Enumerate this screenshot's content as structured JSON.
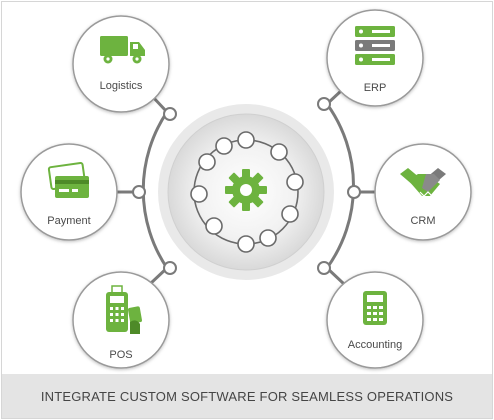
{
  "nodes": {
    "logistics": "Logistics",
    "payment": "Payment",
    "pos": "POS",
    "erp": "ERP",
    "crm": "CRM",
    "accounting": "Accounting"
  },
  "footer": {
    "caption": "INTEGRATE CUSTOM SOFTWARE FOR SEAMLESS OPERATIONS"
  },
  "colors": {
    "accent": "#6db33f",
    "line": "#7a7a7a",
    "footer_bg": "#e4e4e4"
  },
  "icons": [
    "truck-icon",
    "payment-card-icon",
    "pos-terminal-icon",
    "server-rack-icon",
    "handshake-icon",
    "calculator-icon",
    "gear-icon"
  ]
}
